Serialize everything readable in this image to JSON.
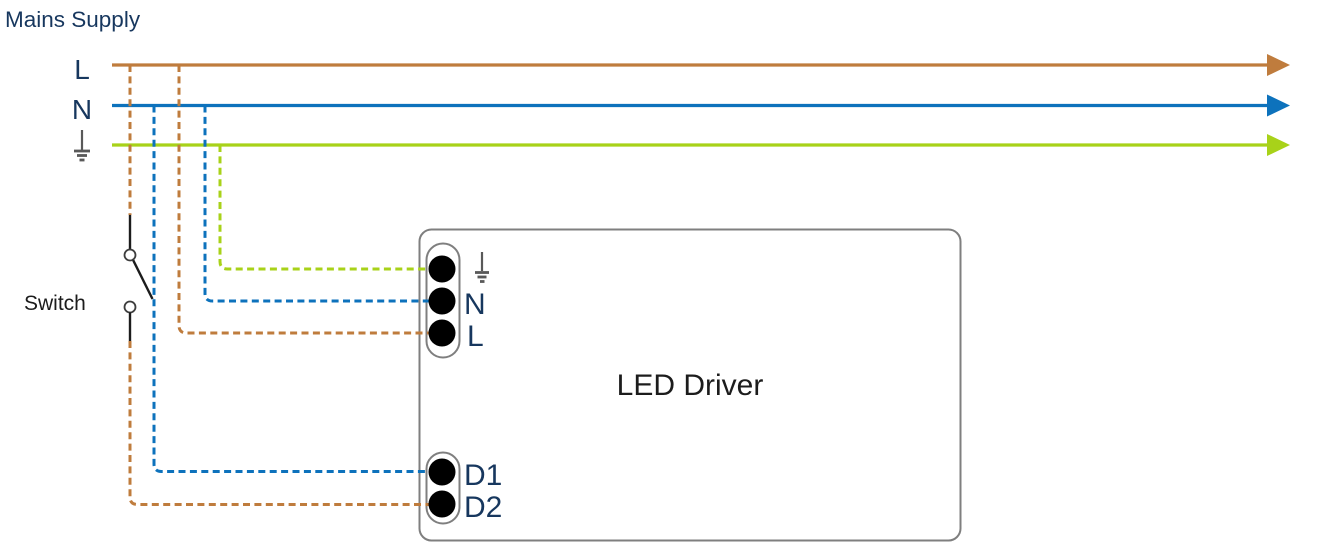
{
  "diagram_title": "Mains Supply",
  "colors": {
    "live": "#BF7C3D",
    "neutral": "#0D72BC",
    "earth": "#A8D219",
    "label": "#17375E",
    "text_black": "#1C1C1C",
    "outline_gray": "#7F7F7F",
    "symbol_gray": "#595959",
    "terminal_fill": "#000000"
  },
  "mains": {
    "title": "Mains Supply",
    "live_label": "L",
    "neutral_label": "N",
    "earth_icon": "earth-ground"
  },
  "switch": {
    "label": "Switch",
    "state": "open"
  },
  "led_driver": {
    "label": "LED Driver",
    "terminals": {
      "earth_icon": "earth-ground",
      "neutral": "N",
      "live": "L",
      "d1": "D1",
      "d2": "D2"
    }
  },
  "connections": [
    {
      "from": "mains-L",
      "to": "switch-top-contact",
      "color": "live",
      "style": "dashed"
    },
    {
      "from": "switch-bottom-contact",
      "to": "driver-D2",
      "color": "live",
      "style": "dashed"
    },
    {
      "from": "mains-L",
      "to": "driver-L",
      "color": "live",
      "style": "dashed"
    },
    {
      "from": "mains-N",
      "to": "driver-N",
      "color": "neutral",
      "style": "dashed"
    },
    {
      "from": "mains-N",
      "to": "driver-D1",
      "color": "neutral",
      "style": "dashed"
    },
    {
      "from": "mains-earth",
      "to": "driver-earth",
      "color": "earth",
      "style": "dashed"
    }
  ]
}
